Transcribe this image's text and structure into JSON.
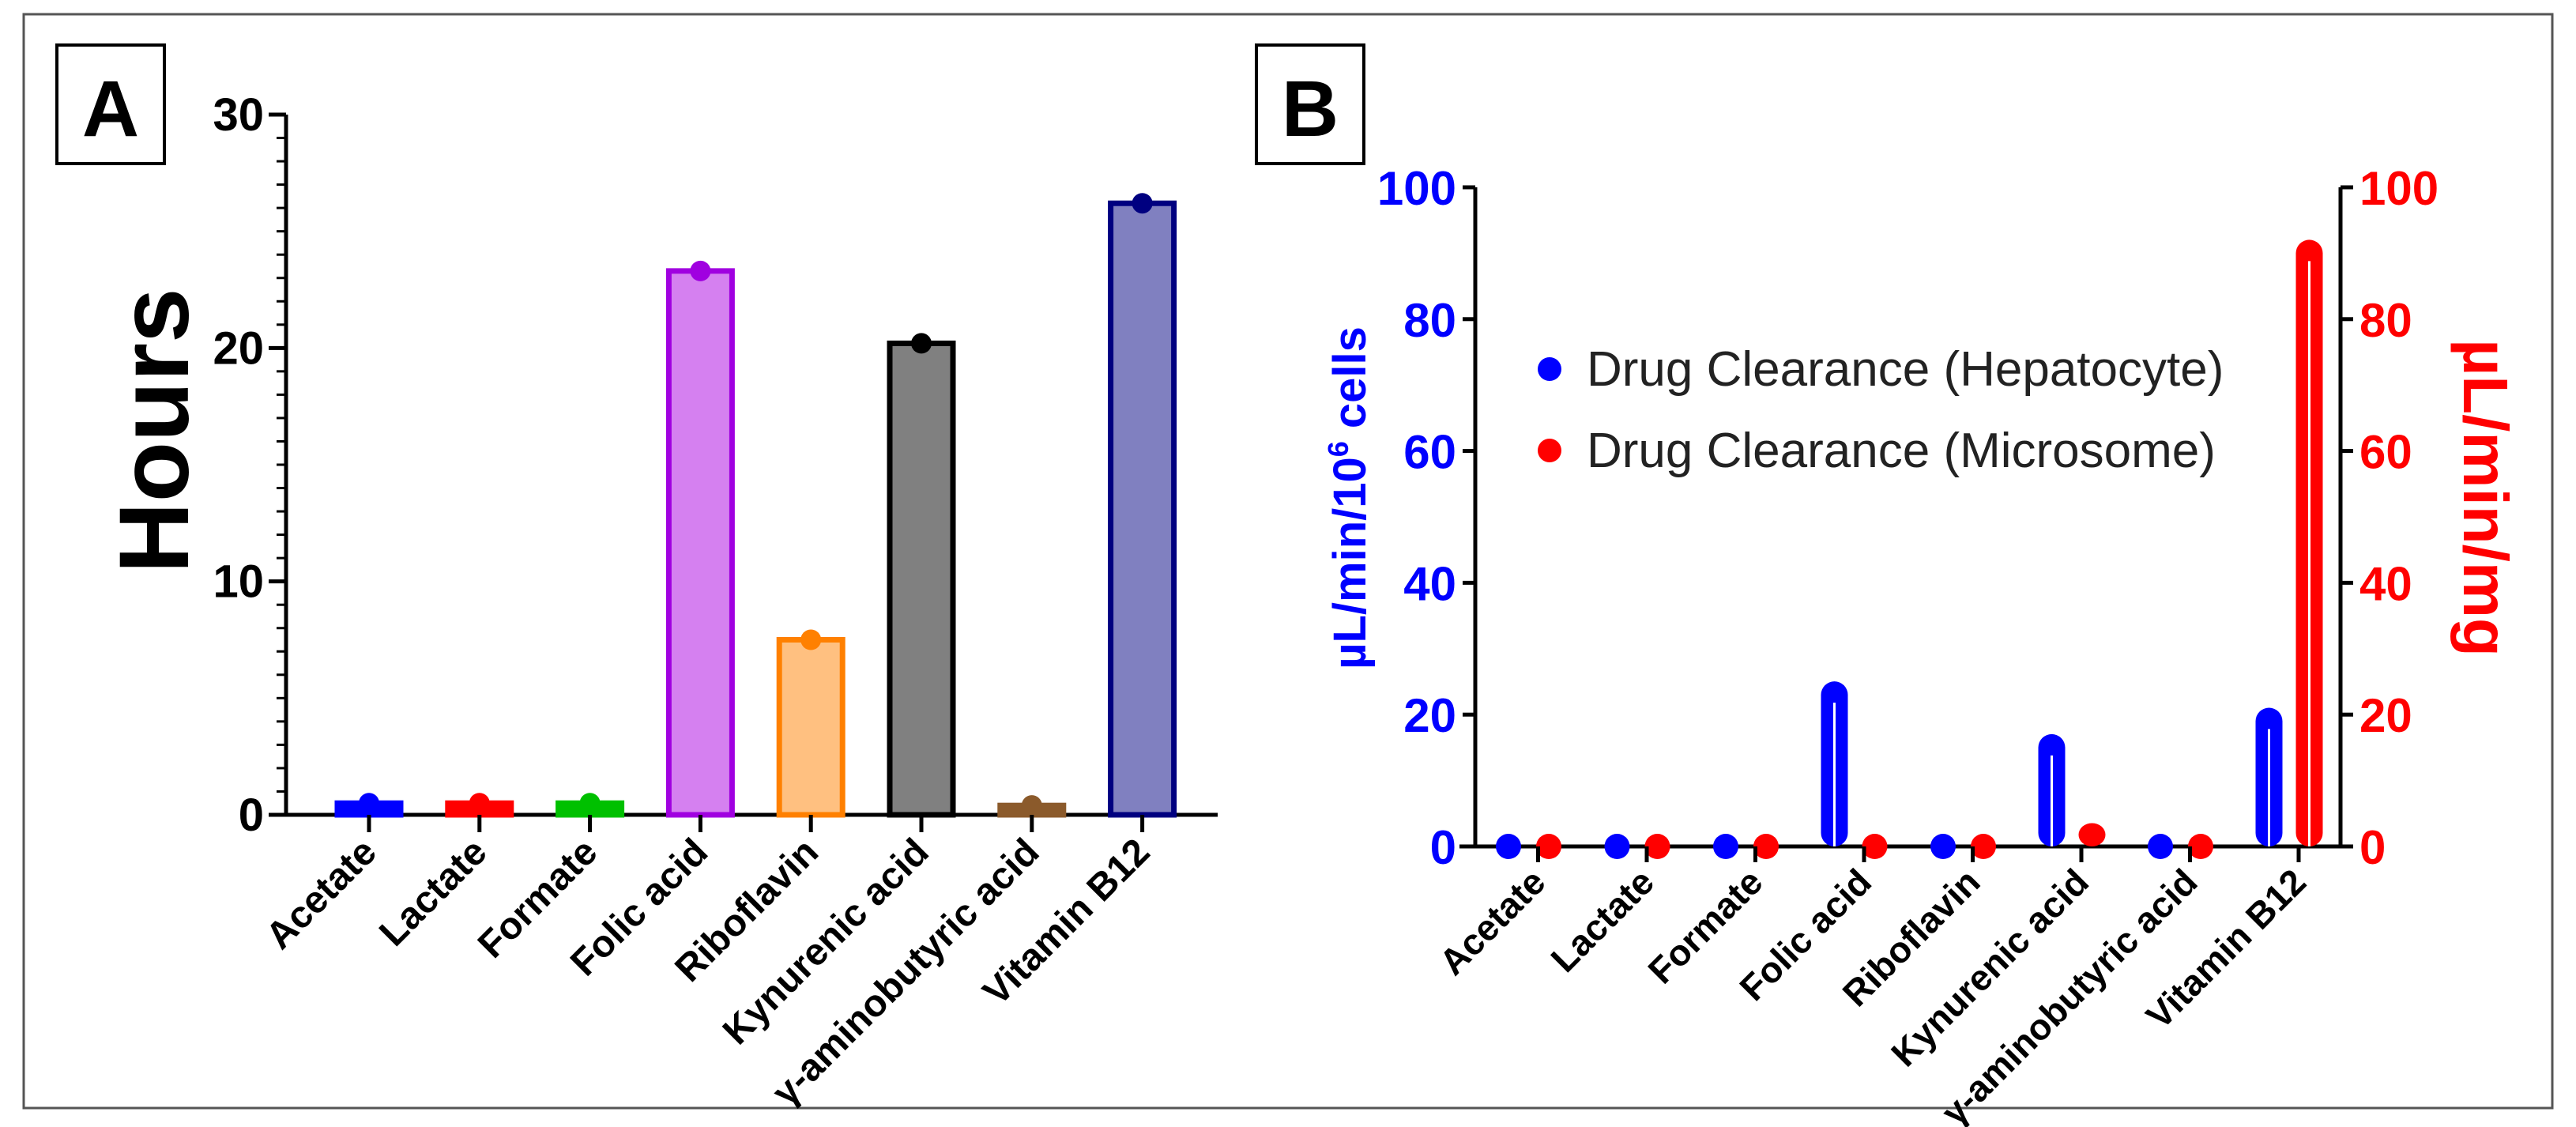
{
  "panels": [
    {
      "label": "A"
    },
    {
      "label": "B"
    }
  ],
  "chart_data": [
    {
      "type": "bar",
      "panel": "A",
      "ylabel": "Hours",
      "ylim": [
        0,
        30
      ],
      "yticks": [
        "0",
        "10",
        "20",
        "30"
      ],
      "categories": [
        "Acetate",
        "Lactate",
        "Formate",
        "Folic acid",
        "Riboflavin",
        "Kynurenic acid",
        "γ-aminobutyric acid",
        "Vitamin B12"
      ],
      "values": [
        0.5,
        0.5,
        0.5,
        23.3,
        7.5,
        20.2,
        0.4,
        26.2
      ],
      "fill_colors": [
        "#0000ff",
        "#ff0000",
        "#00c000",
        "#d580f0",
        "#ffc080",
        "#808080",
        "#8b5a2b",
        "#8080c0"
      ],
      "stroke_colors": [
        "#0000ff",
        "#ff0000",
        "#00c000",
        "#a000e0",
        "#ff8000",
        "#000000",
        "#8b5a2b",
        "#000080"
      ]
    },
    {
      "type": "bar",
      "panel": "B",
      "ylabel_left": "µL/min/10",
      "ylabel_left_sup": "6",
      "ylabel_left_tail": " cells",
      "ylabel_right": "µL/min/mg",
      "ylim_left": [
        0,
        100
      ],
      "ylim_right": [
        0,
        100
      ],
      "yticks": [
        "0",
        "20",
        "40",
        "60",
        "80",
        "100"
      ],
      "categories": [
        "Acetate",
        "Lactate",
        "Formate",
        "Folic acid",
        "Riboflavin",
        "Kynurenic acid",
        "γ-aminobutyric acid",
        "Vitamin B12"
      ],
      "legend_position": "upper-left",
      "series": [
        {
          "name": "Drug Clearance (Hepatocyte)",
          "axis": "left",
          "color": "#0000ff",
          "values": [
            0,
            0,
            0,
            23,
            0,
            15,
            0,
            19
          ]
        },
        {
          "name": "Drug Clearance (Microsome)",
          "axis": "right",
          "color": "#ff0000",
          "values": [
            0,
            0,
            0,
            0,
            0,
            1.5,
            0,
            90
          ]
        }
      ]
    }
  ]
}
